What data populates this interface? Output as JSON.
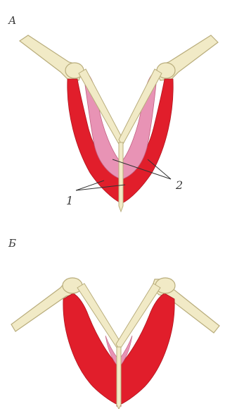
{
  "panels": [
    {
      "letter": "А"
    },
    {
      "letter": "Б"
    }
  ],
  "callouts": {
    "one": "1",
    "two": "2"
  },
  "colors": {
    "bone": "#f1eac6",
    "bone_outline": "#b9ad7c",
    "muscle_red": "#e11e2b",
    "muscle_pink": "#e893b5",
    "muscle_outline": "#b0151f",
    "pointer": "#333333"
  }
}
